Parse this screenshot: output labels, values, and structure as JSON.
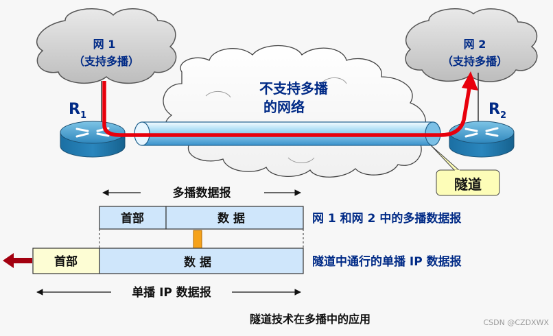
{
  "net1": {
    "label": "网 1",
    "sub": "（支持多播）"
  },
  "net2": {
    "label": "网 2",
    "sub": "（支持多播）"
  },
  "middle_cloud": {
    "line1": "不支持多播",
    "line2": "的网络"
  },
  "routers": {
    "r1": "R",
    "r1_sub": "1",
    "r2": "R",
    "r2_sub": "2"
  },
  "tunnel_callout": "隧道",
  "multicast_datagram": {
    "span_label": "多播数据报",
    "header": "首部",
    "data": "数  据",
    "caption": "网 1 和网 2 中的多播数据报"
  },
  "unicast_datagram": {
    "header": "首部",
    "data": "数     据",
    "caption": "隧道中通行的单播 IP 数据报",
    "span_label": "单播 IP 数据报"
  },
  "figure_caption": "隧道技术在多播中的应用",
  "watermark": "CSDN @CZDXWX",
  "colors": {
    "header_fill": "#fdfdd4",
    "data_fill": "#cfe6fb",
    "navy": "#002a86",
    "tunnel_path": "#e8000c"
  }
}
